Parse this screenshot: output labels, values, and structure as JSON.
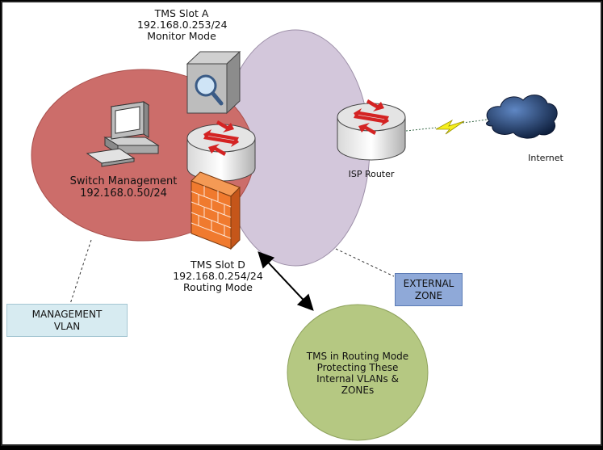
{
  "tms_slot_a": {
    "line1": "TMS Slot A",
    "line2": "192.168.0.253/24",
    "line3": "Monitor Mode"
  },
  "switch_mgmt": {
    "line1": "Switch Management",
    "line2": "192.168.0.50/24"
  },
  "isp_router": {
    "label": "ISP Router"
  },
  "internet": {
    "label": "Internet"
  },
  "tms_slot_d": {
    "line1": "TMS Slot D",
    "line2": "192.168.0.254/24",
    "line3": "Routing Mode"
  },
  "external_zone": {
    "line1": "EXTERNAL",
    "line2": "ZONE"
  },
  "management_vlan": {
    "line1": "MANAGEMENT",
    "line2": "VLAN"
  },
  "routing_note": {
    "line1": "TMS in Routing Mode",
    "line2": "Protecting These",
    "line3": "Internal VLANs &",
    "line4": "ZONEs"
  },
  "colors": {
    "management": "#cc6d6a",
    "external": "#d3c7db",
    "routing": "#b5c882",
    "external_box": "#8fa9d8",
    "mgmt_box": "#d7ebf1",
    "firewall": "#f07a2e"
  },
  "icons": [
    "workstation-icon",
    "monitor-sensor-icon",
    "router-icon",
    "firewall-icon",
    "cloud-icon",
    "lightning-link-icon"
  ]
}
